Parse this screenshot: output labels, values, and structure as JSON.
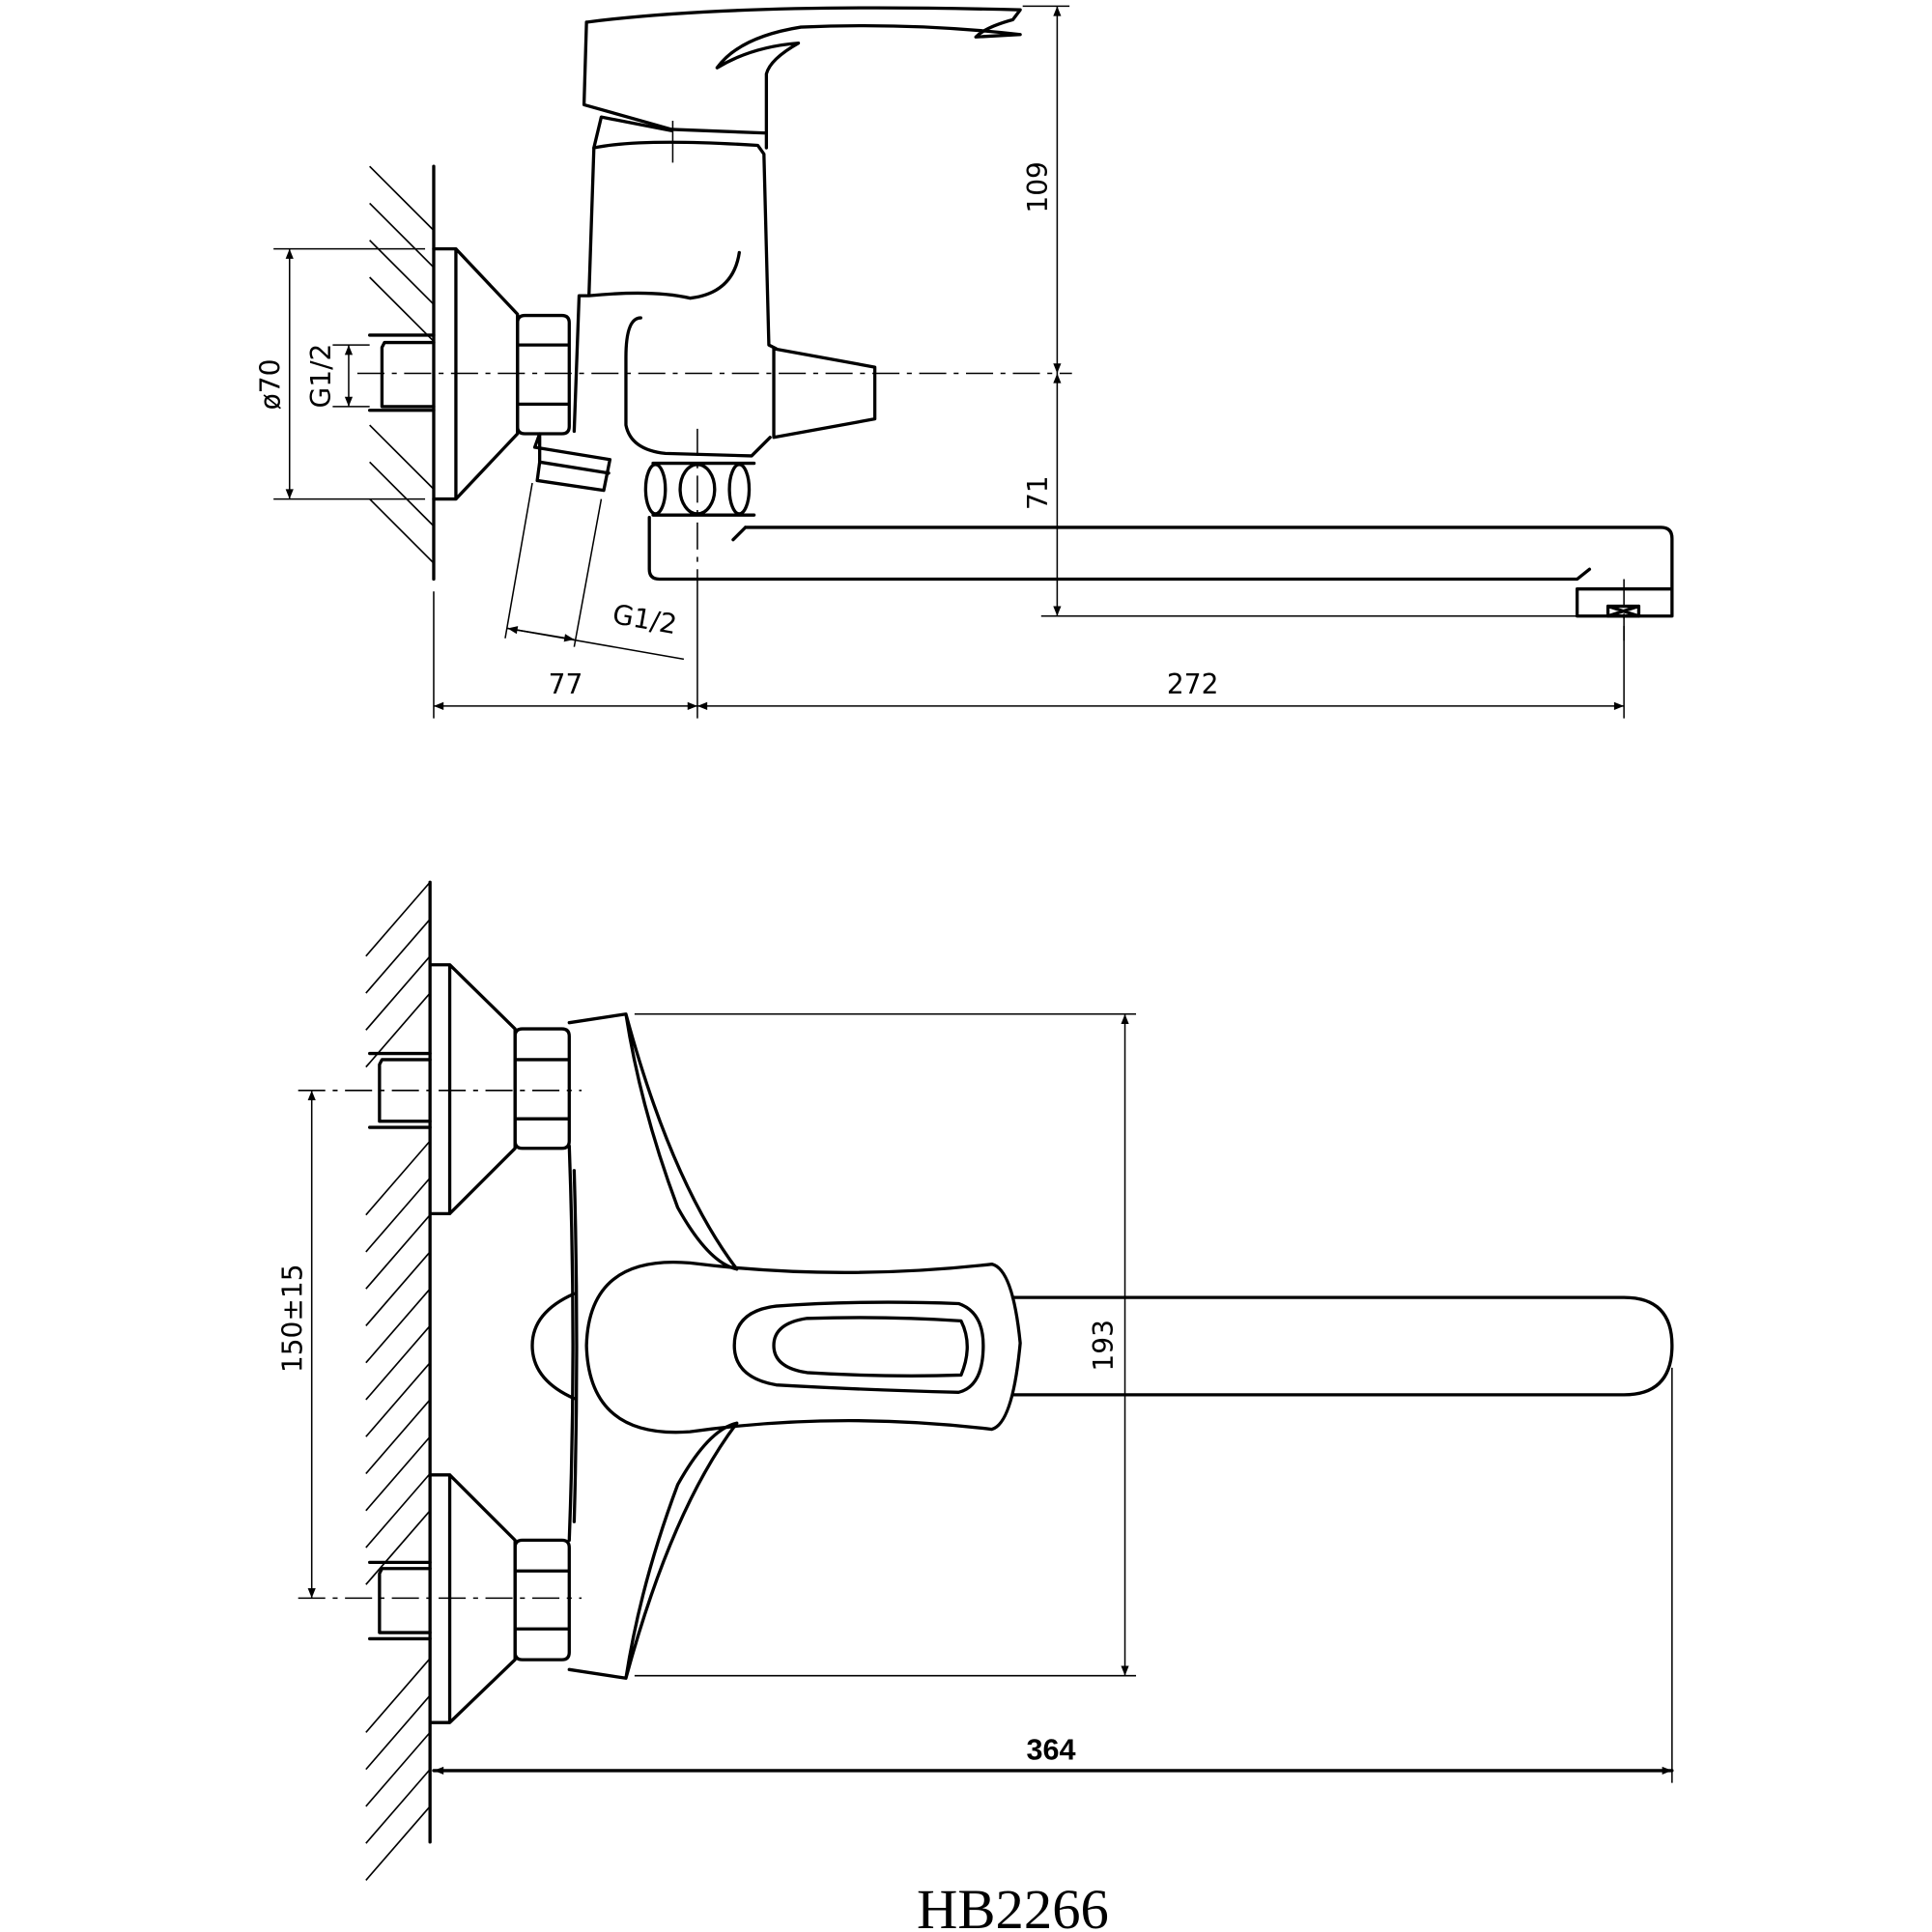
{
  "title": "HB2266",
  "side_view": {
    "dimensions": {
      "height_above_axis": "109",
      "height_below_axis": "71",
      "flange_diameter": "ø70",
      "inlet_thread": "G1/2",
      "outlet_thread": "G1/2",
      "wall_to_spout_axis": "77",
      "spout_reach": "272"
    }
  },
  "front_view": {
    "dimensions": {
      "inlet_spacing": "150±15",
      "body_height": "193",
      "total_length": "364"
    }
  }
}
